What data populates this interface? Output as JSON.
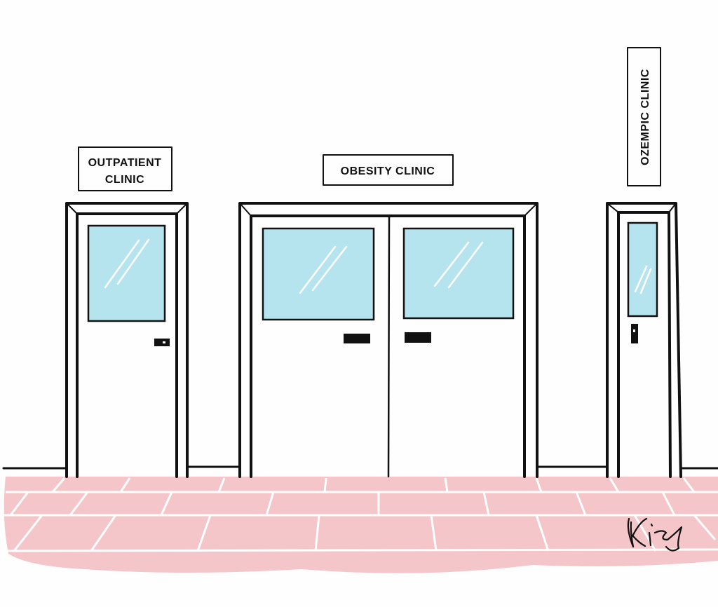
{
  "signs": {
    "outpatient_line1": "OUTPATIENT",
    "outpatient_line2": "CLINIC",
    "obesity": "OBESITY CLINIC",
    "ozempic": "OZEMPIC CLINIC"
  },
  "signature": "Kris",
  "colors": {
    "glass": "#b5e4ee",
    "floor": "#f5c6c9",
    "ink": "#111111",
    "wall": "#fefefe"
  }
}
